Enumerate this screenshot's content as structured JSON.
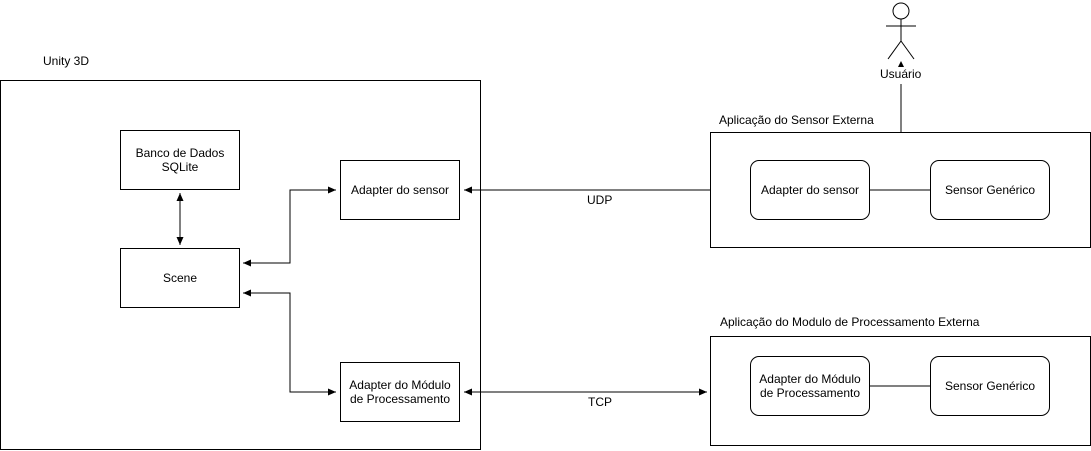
{
  "containers": {
    "unity": {
      "label": "Unity 3D"
    },
    "sensor_app": {
      "label": "Aplicação do Sensor Externa"
    },
    "processing_app": {
      "label": "Aplicação do Modulo de Processamento Externa"
    }
  },
  "nodes": {
    "database": {
      "line1": "Banco de Dados",
      "line2": "SQLite"
    },
    "scene": {
      "label": "Scene"
    },
    "sensor_adapter": {
      "label": "Adapter do sensor"
    },
    "processing_adapter": {
      "line1": "Adapter do Módulo",
      "line2": "de Processamento"
    },
    "ext_sensor_adapter": {
      "label": "Adapter do sensor"
    },
    "ext_generic_sensor_1": {
      "label": "Sensor Genérico"
    },
    "ext_processing_adapter": {
      "line1": "Adapter do Módulo",
      "line2": "de Processamento"
    },
    "ext_generic_sensor_2": {
      "label": "Sensor Genérico"
    }
  },
  "actor": {
    "label": "Usuário",
    "icon": "stick-figure-icon"
  },
  "edges": {
    "udp": {
      "label": "UDP"
    },
    "tcp": {
      "label": "TCP"
    }
  }
}
